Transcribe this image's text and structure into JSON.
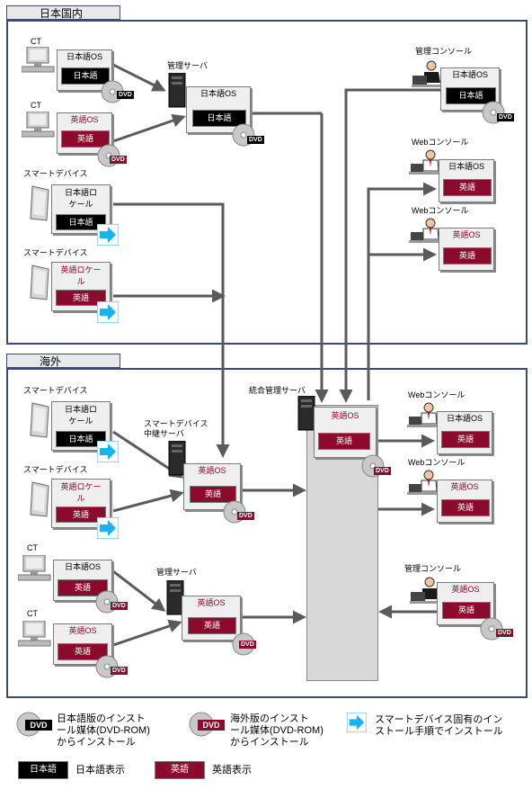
{
  "regions": {
    "japan": "日本国内",
    "overseas": "海外"
  },
  "labels": {
    "ct": "CT",
    "smart_device": "スマートデバイス",
    "mgmt_server": "管理サーバ",
    "mgmt_console": "管理コンソール",
    "web_console": "Webコンソール",
    "integrated_server": "統合管理サーバ",
    "relay_server_line1": "スマートデバイス",
    "relay_server_line2": "中継サーバ"
  },
  "tags": {
    "ja_os": "日本語OS",
    "en_os": "英語OS",
    "ja_display": "日本語",
    "en_display": "英語",
    "ja_locale_line1": "日本語ロ",
    "ja_locale_line2": "ケール",
    "en_locale_line1": "英語ロケー",
    "en_locale_line2": "ル",
    "dvd": "DVD"
  },
  "legend": {
    "ja_dvd_line1": "日本語版のインスト",
    "ja_dvd_line2": "ール媒体(DVD-ROM)",
    "ja_dvd_line3": "からインストール",
    "os_dvd_line1": "海外版のインスト",
    "os_dvd_line2": "ール媒体(DVD-ROM)",
    "os_dvd_line3": "からインストール",
    "smart_line1": "スマートデバイス固有のイン",
    "smart_line2": "ストール手順でインストール",
    "ja_box": "日本語",
    "ja_desc": "日本語表示",
    "en_box": "英語",
    "en_desc": "英語表示"
  },
  "colors": {
    "region_border": "#3b4a74",
    "english": "#8c0a2d",
    "japanese": "#000000",
    "arrow": "#5a5a5a",
    "install_arrow": "#16b4f0"
  }
}
